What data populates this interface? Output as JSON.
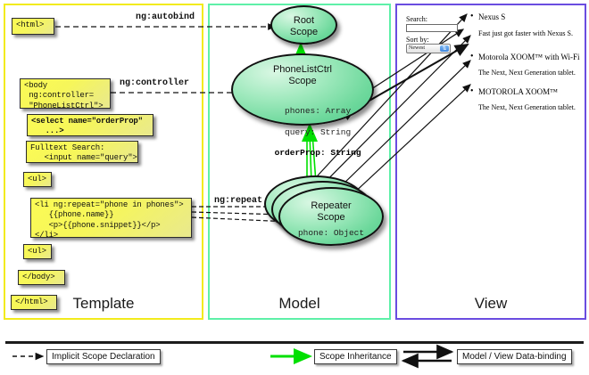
{
  "columns": {
    "template": {
      "label": "Template",
      "border_color": "#f2eb1c"
    },
    "model": {
      "label": "Model",
      "border_color": "#5ef0a8"
    },
    "view": {
      "label": "View",
      "border_color": "#6a4ce0"
    }
  },
  "template_boxes": [
    {
      "name": "html-open-box",
      "text": "<html>"
    },
    {
      "name": "body-controller-box",
      "text": "<body\n ng:controller=\n \"PhoneListCtrl\">"
    },
    {
      "name": "select-orderprop-box",
      "text": "<select name=\"orderProp\"\n   ...>"
    },
    {
      "name": "fulltext-search-box",
      "text": "Fulltext Search:\n   <input name=\"query\">"
    },
    {
      "name": "ul-open-box",
      "text": "<ul>"
    },
    {
      "name": "li-repeat-box",
      "text": "<li ng:repeat=\"phone in phones\">\n   {{phone.name}}\n   <p>{{phone.snippet}}</p>\n</li>"
    },
    {
      "name": "ul-close-box",
      "text": "<ul>"
    },
    {
      "name": "body-close-box",
      "text": "</body>"
    },
    {
      "name": "html-close-box",
      "text": "</html>"
    }
  ],
  "scopes": [
    {
      "name": "root-scope",
      "title": "Root\nScope",
      "props": ""
    },
    {
      "name": "phonelistctrl-scope",
      "title": "PhoneListCtrl\nScope",
      "props_lines": [
        "phones: Array",
        "query: String",
        "orderProp: String"
      ],
      "bold_prop": "orderProp: String"
    },
    {
      "name": "repeater-scope",
      "title": "Repeater\nScope",
      "props": "phone: Object"
    }
  ],
  "edge_labels": {
    "autobind": "ng:autobind",
    "controller": "ng:controller",
    "repeat": "ng:repeat"
  },
  "view": {
    "search_label": "Search:",
    "search_value": "",
    "sort_label": "Sort by:",
    "sort_value": "Newest",
    "phones": [
      {
        "title": "Nexus S",
        "snippet": "Fast just got faster with Nexus S."
      },
      {
        "title": "Motorola XOOM™  with Wi-Fi",
        "snippet": "The Next, Next Generation tablet."
      },
      {
        "title": "MOTOROLA XOOM™",
        "snippet": "The Next, Next Generation tablet."
      }
    ]
  },
  "legend": [
    {
      "name": "legend-implicit-scope",
      "text": "Implicit Scope Declaration",
      "style": "dashed-arrow",
      "color": "#111111"
    },
    {
      "name": "legend-scope-inheritance",
      "text": "Scope Inheritance",
      "style": "green-arrow",
      "color": "#00e000"
    },
    {
      "name": "legend-data-binding",
      "text": "Model / View Data-binding",
      "style": "double-arrow",
      "color": "#111111"
    }
  ]
}
